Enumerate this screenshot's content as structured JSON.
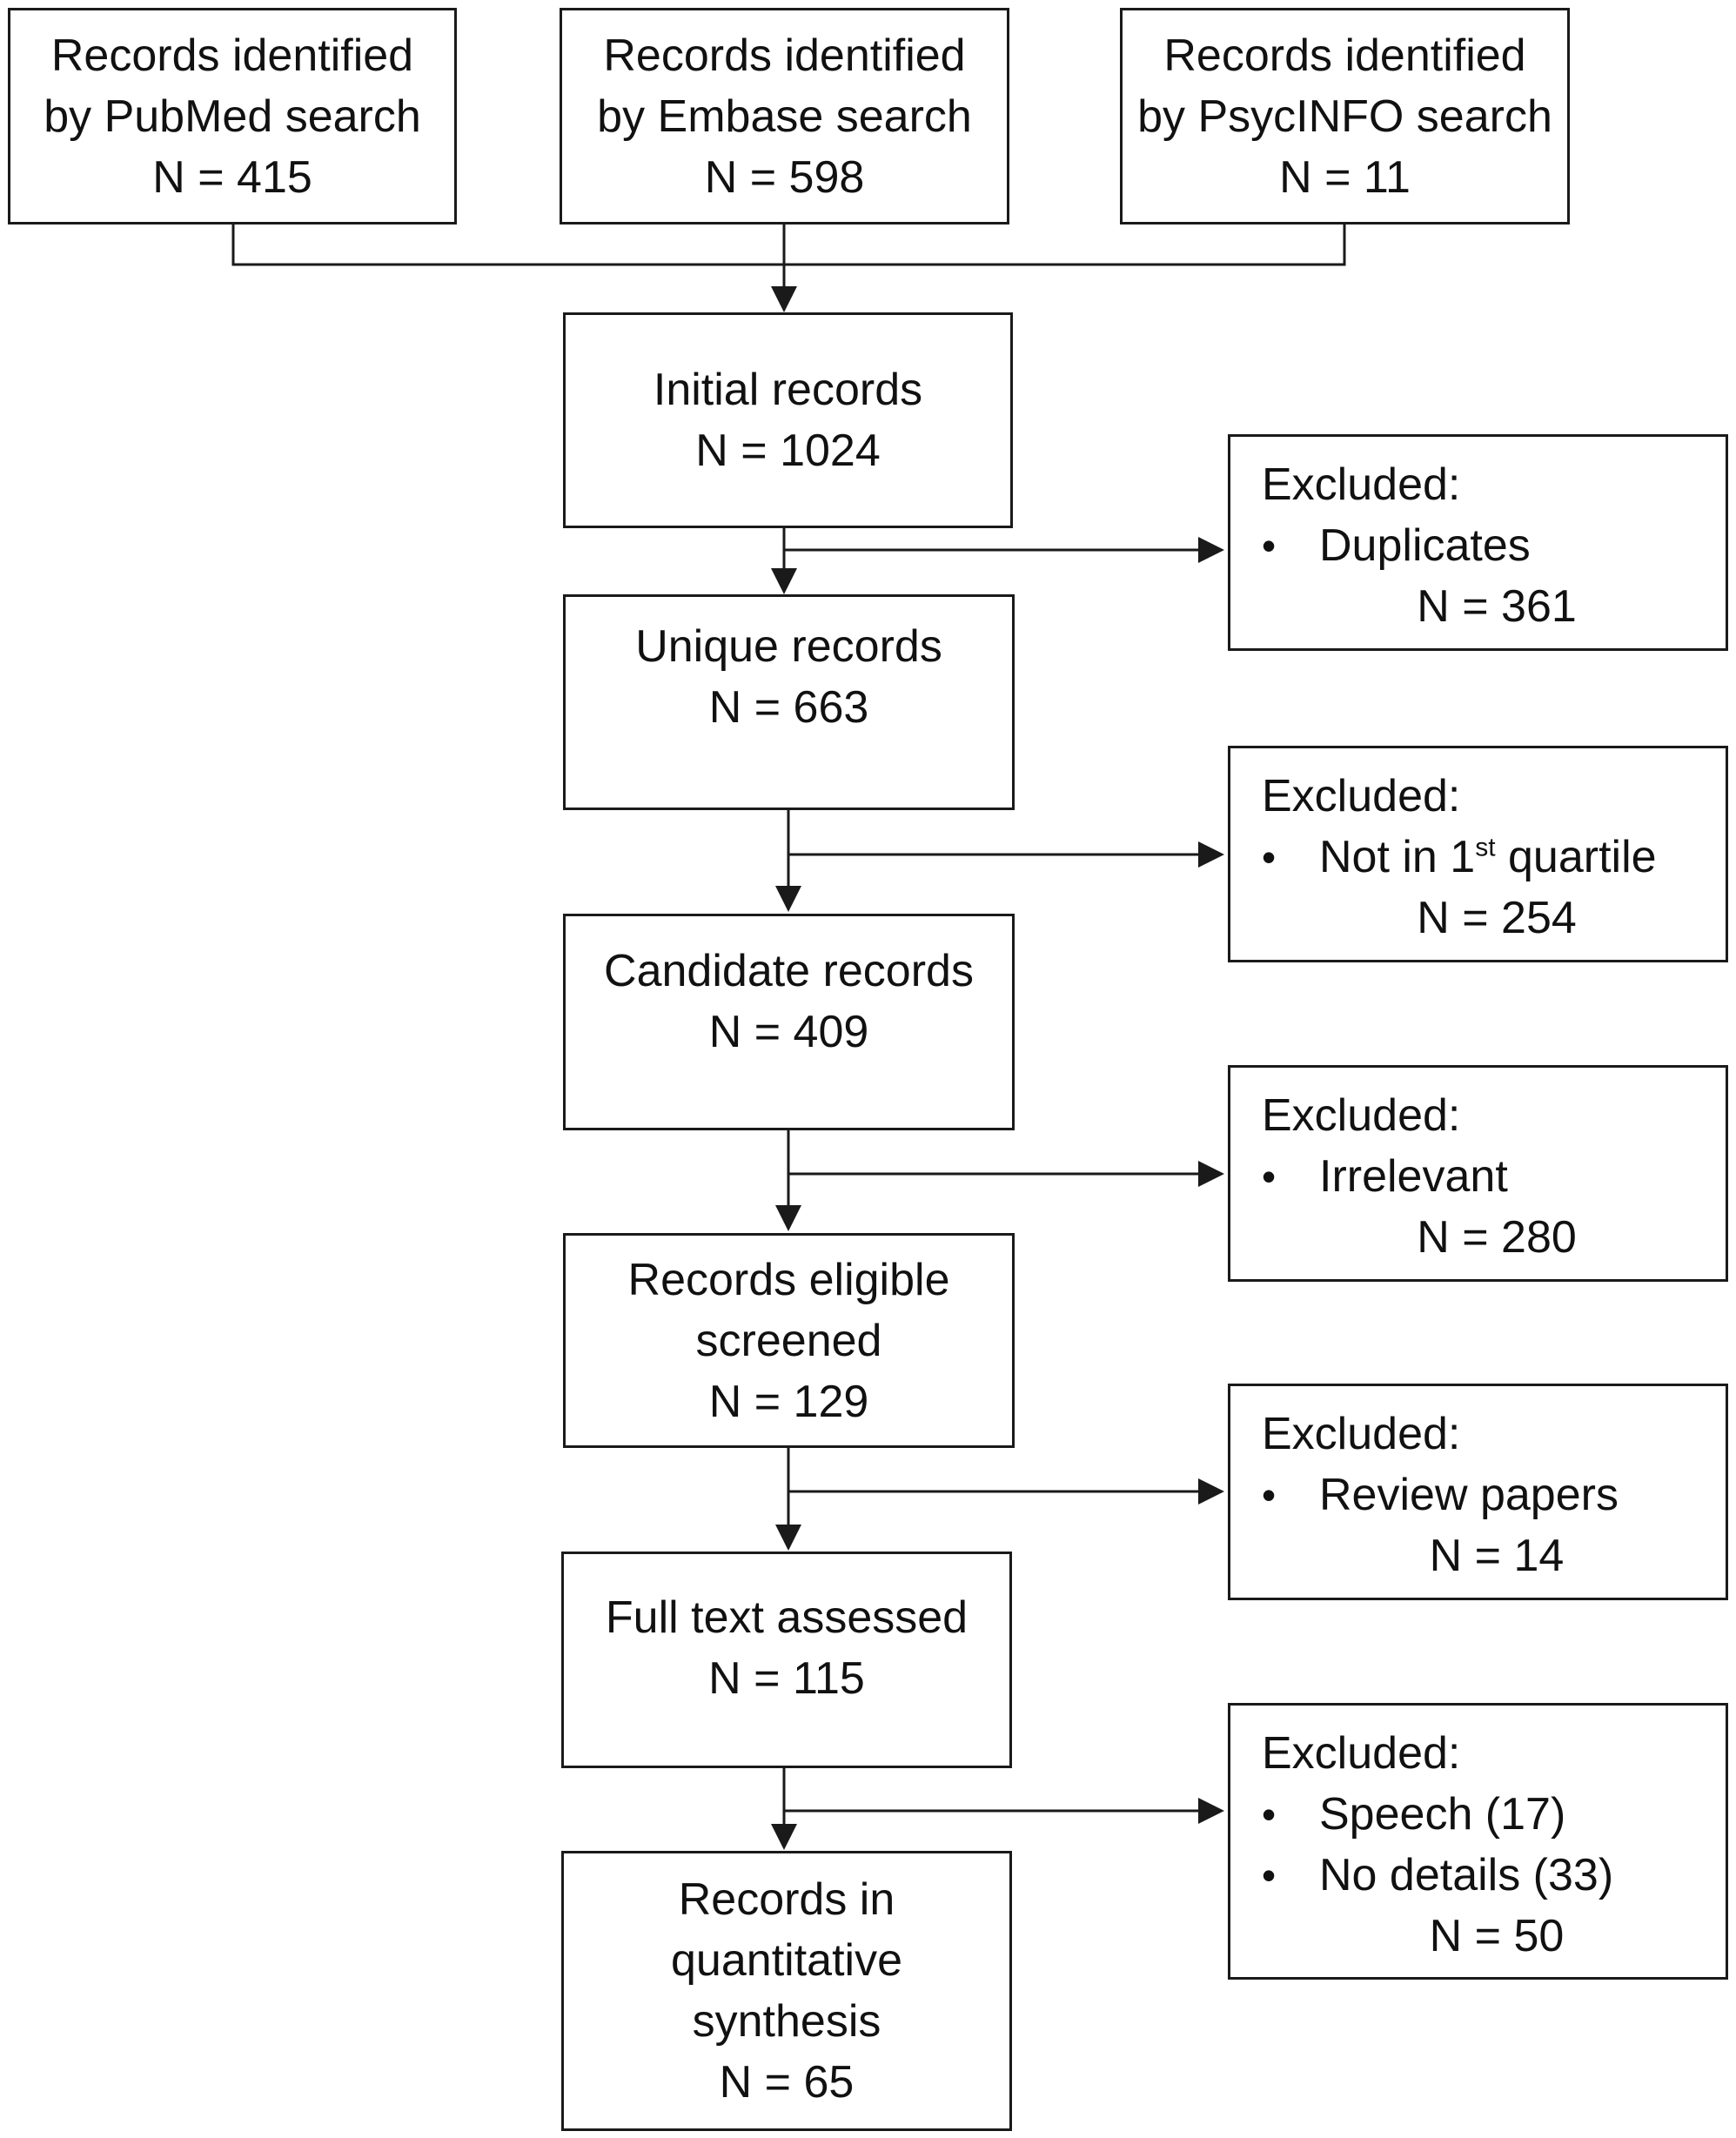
{
  "sources": [
    {
      "lines": [
        "Records identified",
        "by PubMed search",
        "N = 415"
      ]
    },
    {
      "lines": [
        "Records identified",
        "by Embase search",
        "N = 598"
      ]
    },
    {
      "lines": [
        "Records identified",
        "by PsycINFO search",
        "N = 11"
      ]
    }
  ],
  "stages": [
    {
      "lines": [
        "Initial records",
        "N = 1024"
      ]
    },
    {
      "lines": [
        "Unique records",
        "N = 663"
      ]
    },
    {
      "lines": [
        "Candidate records",
        "N = 409"
      ]
    },
    {
      "lines": [
        "Records eligible",
        "screened",
        "N = 129"
      ]
    },
    {
      "lines": [
        "Full text assessed",
        "N = 115"
      ]
    },
    {
      "lines": [
        "Records in",
        "quantitative",
        "synthesis",
        "N = 65"
      ]
    }
  ],
  "exclusions": [
    {
      "heading": "Excluded:",
      "bullets": [
        "Duplicates"
      ],
      "count": "N = 361"
    },
    {
      "heading": "Excluded:",
      "bullet_prefix": "Not in 1",
      "bullet_sup": "st",
      "bullet_suffix": " quartile",
      "count": "N = 254"
    },
    {
      "heading": "Excluded:",
      "bullets": [
        "Irrelevant"
      ],
      "count": "N = 280"
    },
    {
      "heading": "Excluded:",
      "bullets": [
        "Review papers"
      ],
      "count": "N = 14"
    },
    {
      "heading": "Excluded:",
      "bullets": [
        "Speech (17)",
        "No details (33)"
      ],
      "count": "N = 50"
    }
  ],
  "bullet_symbol": "•",
  "colors": {
    "stroke": "#1a1a1a",
    "text": "#111111",
    "background": "#ffffff"
  }
}
